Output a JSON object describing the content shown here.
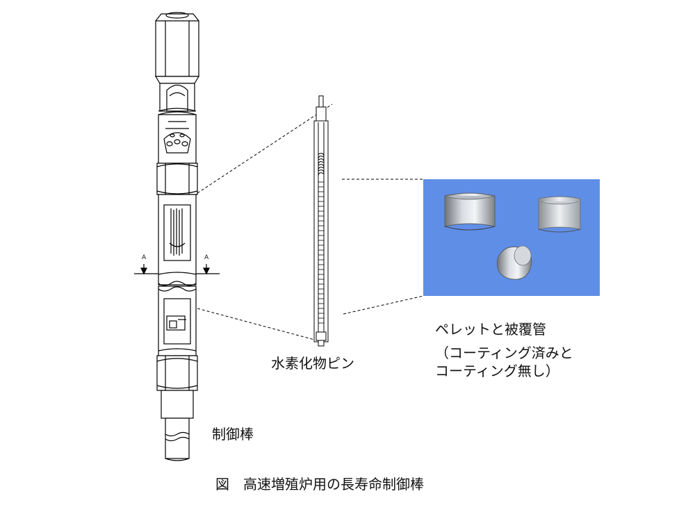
{
  "figure": {
    "caption": "図　高速増殖炉用の長寿命制御棒",
    "labels": {
      "control_rod": "制御棒",
      "hydride_pin": "水素化物ピン",
      "pellet_cladding": "ペレットと被覆管",
      "coating_line1": "（コーティング済みと",
      "coating_line2": "コーティング無し）",
      "section_marker_left": "A",
      "section_marker_right": "A"
    },
    "colors": {
      "photo_background": "#5f8ee6",
      "line": "#000000"
    }
  }
}
